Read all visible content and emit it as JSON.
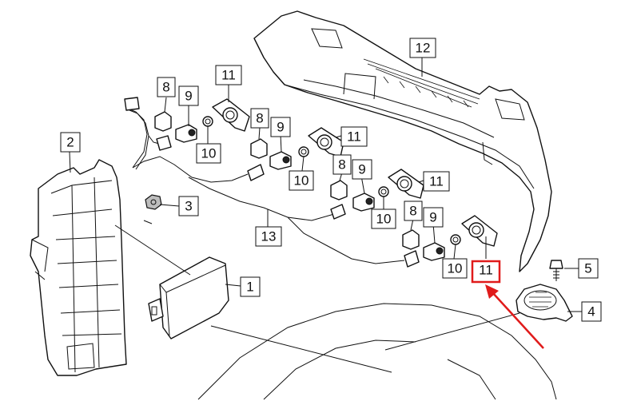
{
  "labels": {
    "l1": "1",
    "l2": "2",
    "l3": "3",
    "l4": "4",
    "l5": "5",
    "l8a": "8",
    "l8b": "8",
    "l8c": "8",
    "l8d": "8",
    "l9a": "9",
    "l9b": "9",
    "l9c": "9",
    "l9d": "9",
    "l10a": "10",
    "l10b": "10",
    "l10c": "10",
    "l10d": "10",
    "l11a": "11",
    "l11b": "11",
    "l11c": "11",
    "l11d": "11",
    "l12": "12",
    "l13": "13"
  },
  "colors": {
    "highlight": "#e01b1b",
    "line": "#111111"
  }
}
